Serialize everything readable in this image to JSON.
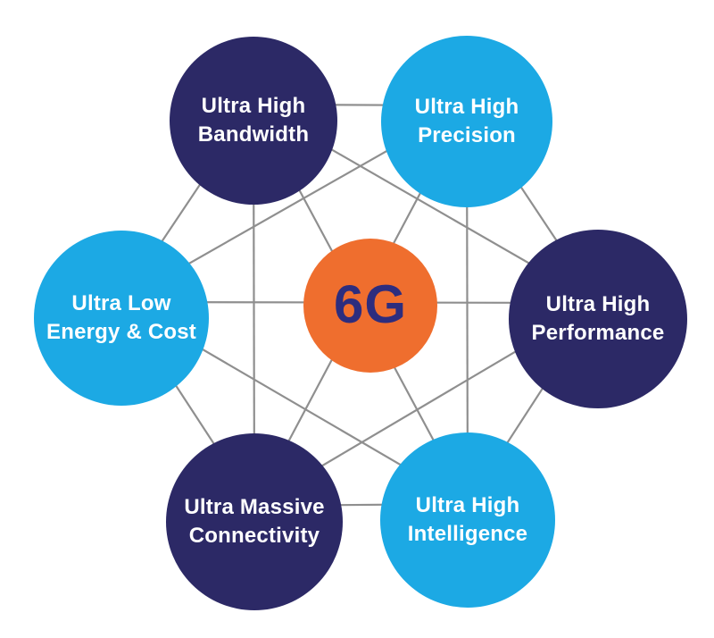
{
  "diagram": {
    "center_label": "6G",
    "nodes": [
      {
        "id": "bandwidth",
        "label": "Ultra High\nBandwidth",
        "color_key": "navy"
      },
      {
        "id": "precision",
        "label": "Ultra High\nPrecision",
        "color_key": "blue"
      },
      {
        "id": "performance",
        "label": "Ultra High\nPerformance",
        "color_key": "navy"
      },
      {
        "id": "intelligence",
        "label": "Ultra High\nIntelligence",
        "color_key": "blue"
      },
      {
        "id": "connectivity",
        "label": "Ultra Massive\nConnectivity",
        "color_key": "navy"
      },
      {
        "id": "energy",
        "label": "Ultra Low\nEnergy & Cost",
        "color_key": "blue"
      }
    ],
    "colors": {
      "navy": "#2c2966",
      "blue": "#1ca9e4",
      "orange": "#ef6e2e",
      "orange_mid": "#f5915f",
      "orange_halo": "#f9bb97",
      "line": "#8f8f8f",
      "label": "#ffffff",
      "center_text": "#2d2d7e"
    }
  }
}
